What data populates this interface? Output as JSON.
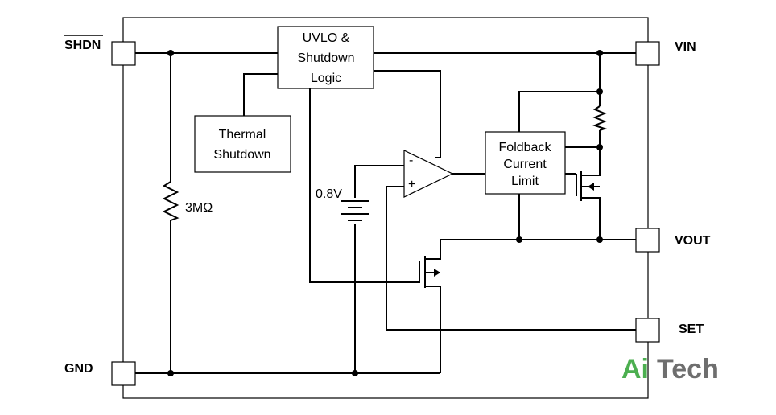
{
  "blocks": {
    "uvlo": [
      "UVLO &",
      "Shutdown",
      "Logic"
    ],
    "thermal": [
      "Thermal",
      "Shutdown"
    ],
    "foldback": [
      "Foldback",
      "Current",
      "Limit"
    ]
  },
  "labels": {
    "resistor_3m": "3MΩ",
    "ref_voltage": "0.8V",
    "opamp_minus": "-",
    "opamp_plus": "+"
  },
  "pins": {
    "shdn": "SHDN",
    "gnd": "GND",
    "vin": "VIN",
    "vout": "VOUT",
    "set": "SET"
  },
  "brand": {
    "part1": "Ai",
    "part2": "Tech"
  },
  "colors": {
    "brand_green": "#4caf50",
    "brand_gray": "#6e6e6e"
  }
}
